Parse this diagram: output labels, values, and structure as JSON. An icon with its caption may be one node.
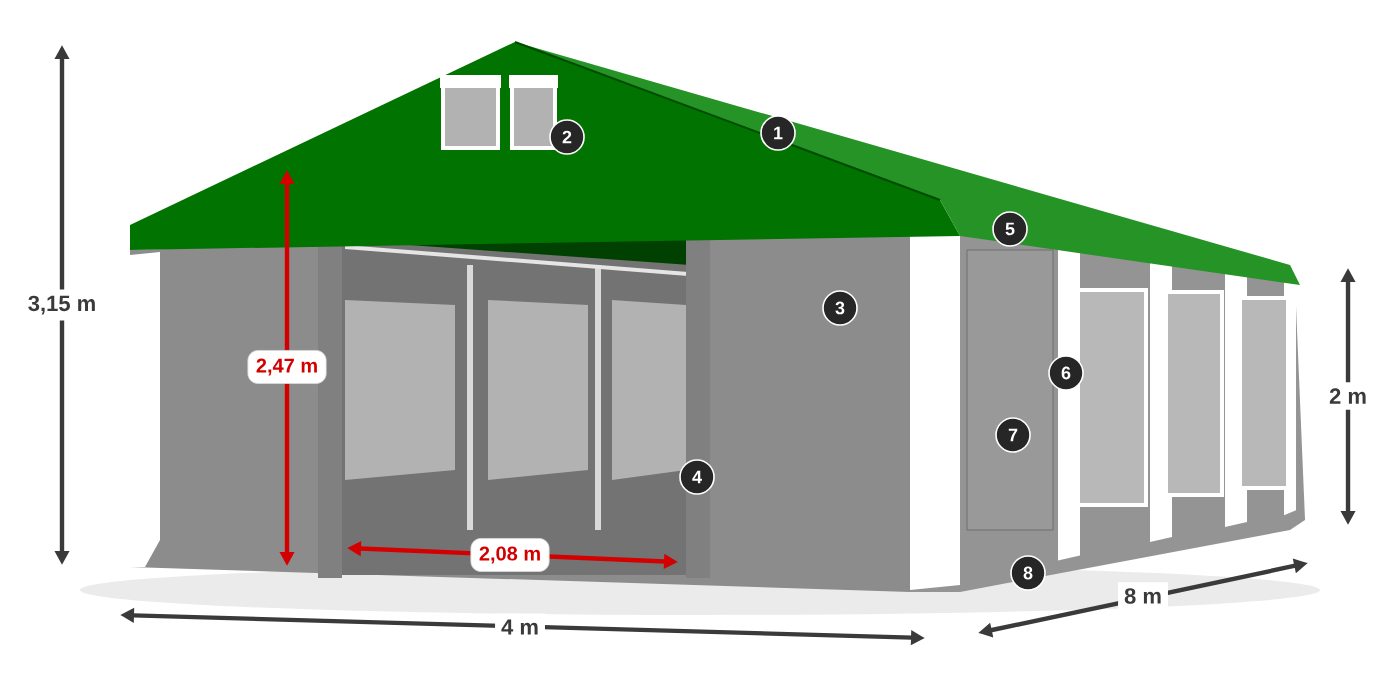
{
  "diagram": {
    "labels": [
      "1",
      "2",
      "5",
      "3",
      "3,15 m",
      "2,47 m",
      "6",
      "2 m",
      "7",
      "4",
      "2,08 m",
      "8",
      "8 m",
      "4 m"
    ]
  }
}
